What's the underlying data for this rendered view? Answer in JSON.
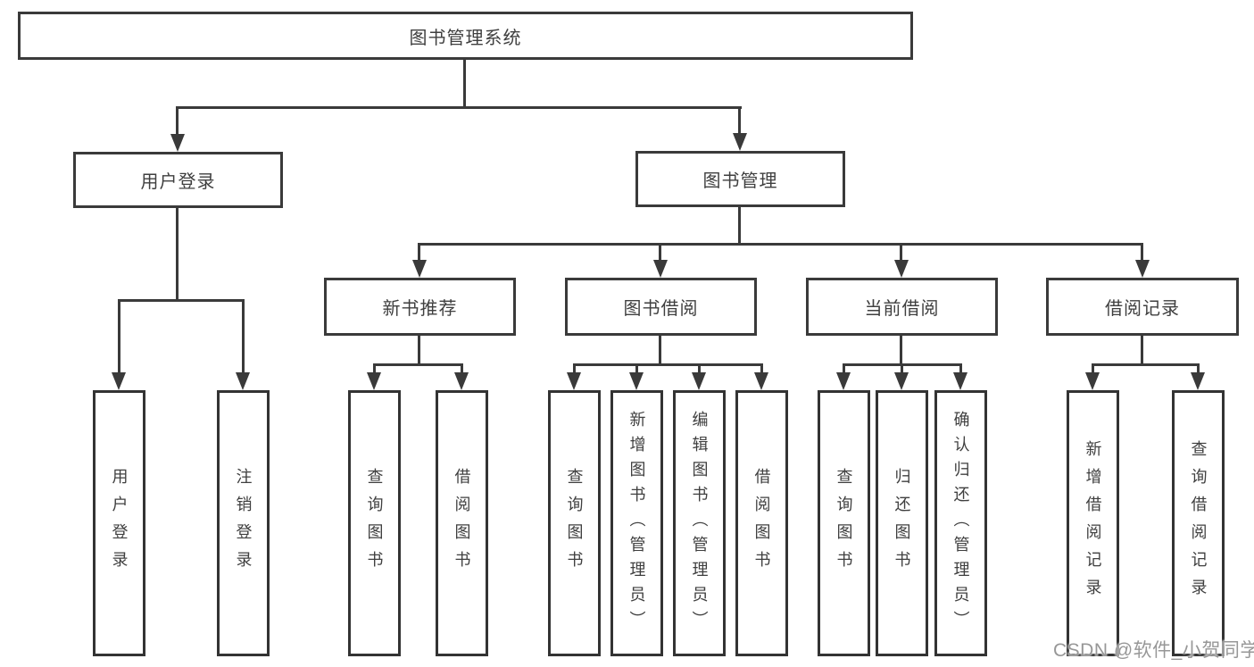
{
  "nodes": {
    "root": "图书管理系统",
    "user_login": "用户登录",
    "book_mgmt": "图书管理",
    "new_book_rec": "新书推荐",
    "book_borrow": "图书借阅",
    "current_borrow": "当前借阅",
    "borrow_record": "借阅记录",
    "ul_login": "用户登录",
    "ul_logout": "注销登录",
    "nb_query": "查询图书",
    "nb_borrow": "借阅图书",
    "bb_query": "查询图书",
    "bb_add": "新增图书（管理员）",
    "bb_edit": "编辑图书（管理员）",
    "bb_borrow": "借阅图书",
    "cb_query": "查询图书",
    "cb_return": "归还图书",
    "cb_confirm": "确认归还（管理员）",
    "br_add": "新增借阅记录",
    "br_query": "查询借阅记录"
  },
  "hierarchy": {
    "root": [
      "user_login",
      "book_mgmt"
    ],
    "user_login": [
      "ul_login",
      "ul_logout"
    ],
    "book_mgmt": [
      "new_book_rec",
      "book_borrow",
      "current_borrow",
      "borrow_record"
    ],
    "new_book_rec": [
      "nb_query",
      "nb_borrow"
    ],
    "book_borrow": [
      "bb_query",
      "bb_add",
      "bb_edit",
      "bb_borrow"
    ],
    "current_borrow": [
      "cb_query",
      "cb_return",
      "cb_confirm"
    ],
    "borrow_record": [
      "br_add",
      "br_query"
    ]
  },
  "watermark": "CSDN @软件_小贺同学",
  "colors": {
    "line": "#3a3a3a",
    "text": "#3f3f3f",
    "watermark": "#979797",
    "background": "#ffffff"
  }
}
